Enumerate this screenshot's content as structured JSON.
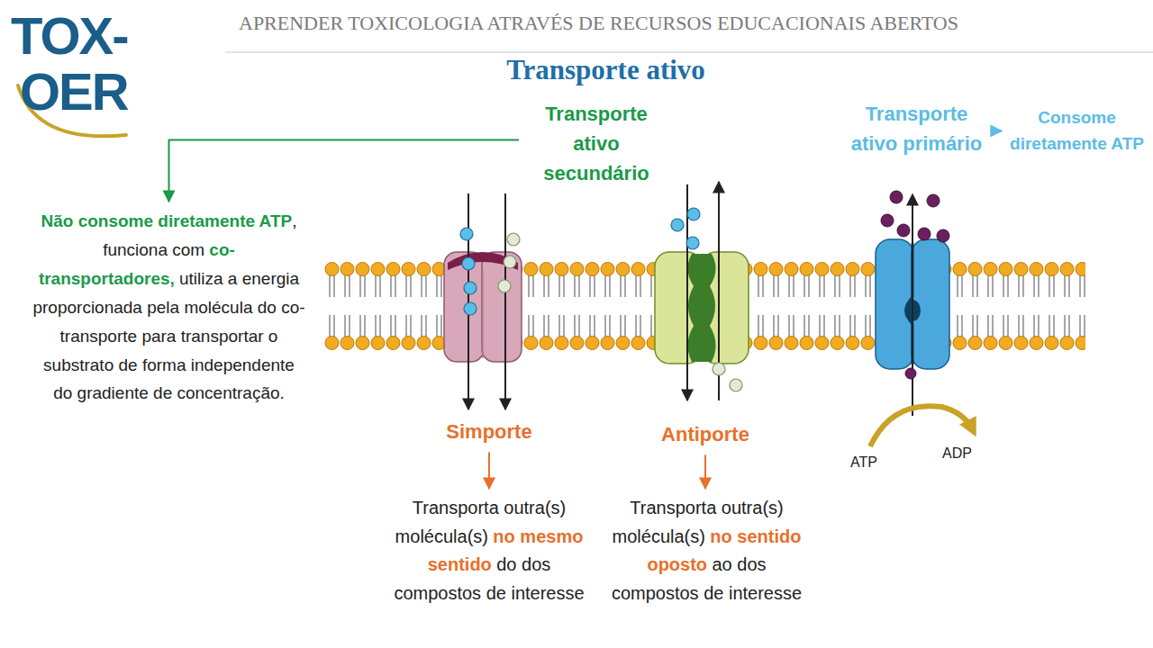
{
  "diagram": {
    "title": "Transporte ativo",
    "nodes": [
      {
        "text": [
          "Transporte ativo secundário"
        ]
      },
      {
        "text": [
          "Não consome diretamente ATP",
          ", funciona com",
          "co-transportadores,",
          "utiliza a energia proporcionada pela molécula do co-transporte para transportar o substrato de forma independente do gradiente de concentração."
        ]
      },
      {
        "text": [
          "Transporte ativo primário"
        ]
      },
      {
        "text": [
          "Consome diretamente ATP"
        ]
      },
      {
        "text": [
          "Simporte"
        ]
      },
      {
        "text": [
          "Transporta outra(s) molécula(s)",
          "no mesmo sentido",
          "do dos compostos de interesse"
        ]
      },
      {
        "text": [
          "Antiporte"
        ]
      },
      {
        "text": [
          "Transporta outra(s) molécula(s)",
          "no sentido oposto",
          "ao dos compostos de interesse"
        ]
      }
    ],
    "edges": [
      {
        "from": 0,
        "to": 1,
        "arrow": "to"
      },
      {
        "from": 2,
        "to": 3,
        "arrow": "to"
      },
      {
        "from": 4,
        "to": 5,
        "arrow": "to"
      },
      {
        "from": 6,
        "to": 7,
        "arrow": "to"
      }
    ],
    "labels": [
      "APRENDER TOXICOLOGIA ATRAVÉS DE RECURSOS EDUCACIONAIS ABERTOS",
      "TOX-",
      "OER",
      "ATP",
      "ADP"
    ]
  }
}
